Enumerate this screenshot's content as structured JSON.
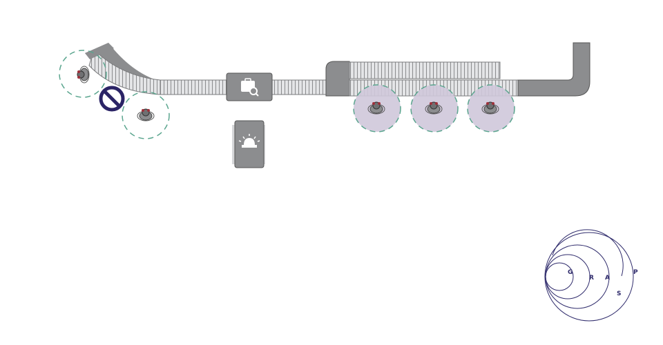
{
  "scene": {
    "description_free": true
  },
  "colors": {
    "conveyor_fill": "#d6d7d9",
    "conveyor_stripe": "#8a8b8d",
    "machine_fill": "#8c8d8f",
    "machine_dark": "#6f7072",
    "worker_zone_fill": "#cfc8da",
    "worker_zone_stroke": "#5aa58e",
    "blocked_sign": "#2b2466",
    "logo_color": "#2e2a6b"
  },
  "icons": {
    "scanner": "scanner-icon",
    "alarm": "alarm-light-icon",
    "blocked": "no-entry-icon",
    "worker": "worker-icon"
  },
  "logo": {
    "letters": [
      "G",
      "R",
      "A",
      "S",
      "P"
    ]
  },
  "workers": {
    "count": 5,
    "active_zones": 3
  }
}
